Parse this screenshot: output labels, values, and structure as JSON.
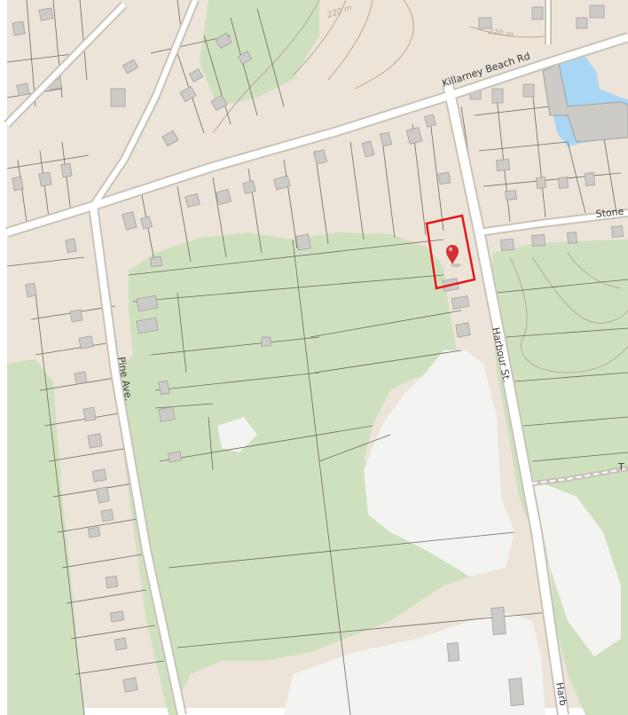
{
  "map": {
    "colors": {
      "land": "#ece4d8",
      "vegetation": "#cfe0bf",
      "open_area": "#f3f3f1",
      "road_casing": "#c9c3b9",
      "road_fill": "#ffffff",
      "building": "#cdcbc8",
      "building_stroke": "#a4a29e",
      "parcel_line": "#6f6a62",
      "contour": "#b6ab95",
      "water": "#a9d6f5",
      "highlight": "#e41a1c",
      "marker": "#d32f2f",
      "label": "#3a3a3a"
    },
    "road_labels": {
      "killarney": "Killarney Beach Rd",
      "stone": "Stone",
      "harbour_main": "Harbour St.",
      "harbour_bottom": "Harb",
      "pine": "Pine Ave.",
      "t_edge": "T"
    },
    "contour_labels": {
      "top_left": "220 m",
      "top_right": "220 m"
    },
    "marker_icon": "map-pin-icon",
    "highlight_icon": "selection-box-icon"
  }
}
